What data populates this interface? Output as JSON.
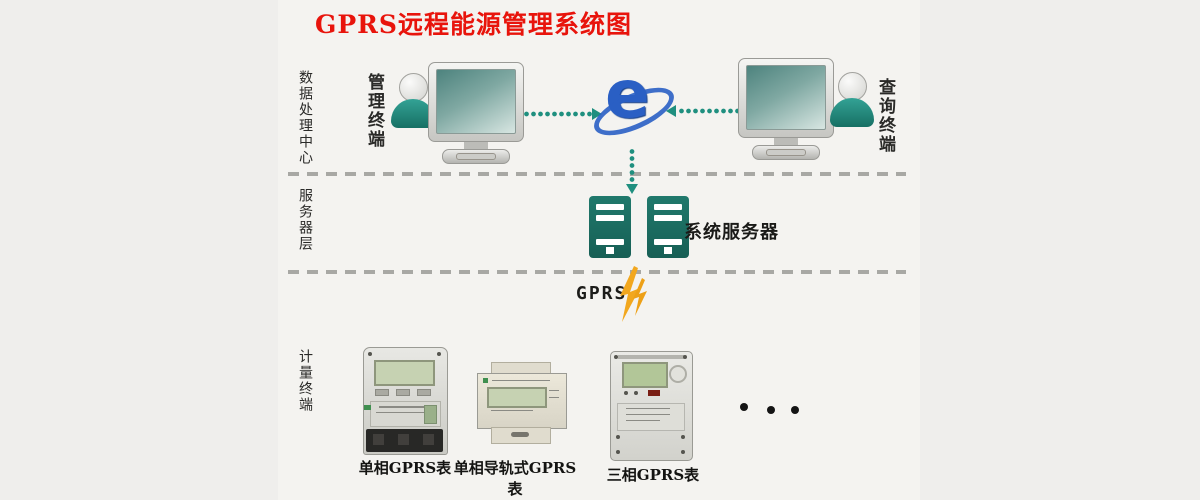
{
  "title": "GPRS远程能源管理系统图",
  "layers": {
    "data_center": "数据处理中心",
    "server_layer": "服务器层",
    "metering": "计量终端"
  },
  "terminals": {
    "management": "管理终端",
    "query": "查询终端"
  },
  "browser": {
    "letter": "e"
  },
  "server_group": {
    "label": "系统服务器"
  },
  "network": {
    "label": "GPRS"
  },
  "meters": [
    {
      "label": "单相GPRS表"
    },
    {
      "label": "单相导轨式GPRS表"
    },
    {
      "label": "三相GPRS表"
    }
  ],
  "colors": {
    "title_red": "#e8140c",
    "arrow_teal": "#1f8f7f",
    "server_teal": "#1d6e62",
    "person_teal": "#2aa094",
    "lightning_orange": "#f2a71e",
    "dash_gray": "#a8a8a4",
    "background": "#efeeec"
  },
  "icons": {
    "browser": "internet-explorer-icon",
    "lightning": "lightning-bolt-icon",
    "ellipsis": "more-meters-dots"
  }
}
